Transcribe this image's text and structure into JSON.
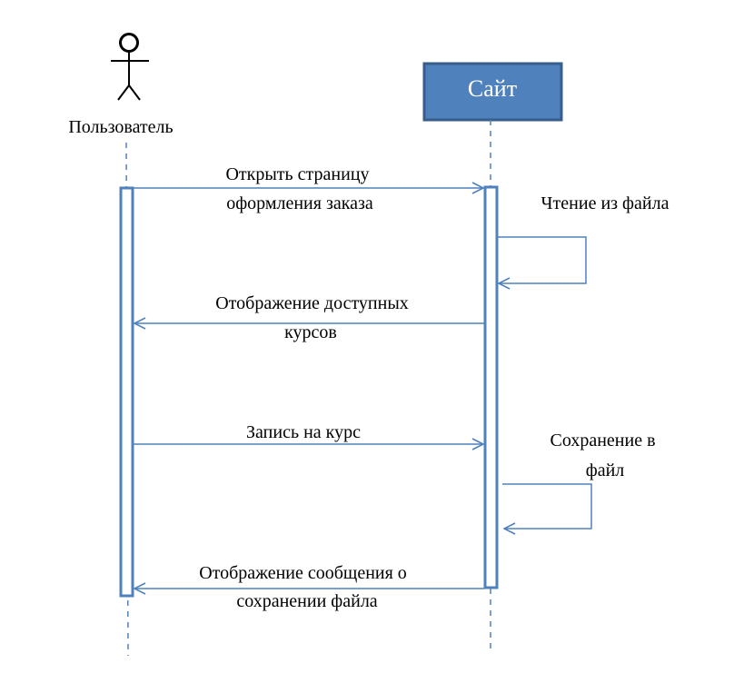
{
  "colors": {
    "line": "#4f81bd",
    "site_fill": "#4f81bd",
    "site_border": "#385d8a",
    "actor": "#000000",
    "text": "#000000"
  },
  "actor": {
    "label": "Пользователь",
    "icon": "stick-figure-icon"
  },
  "site": {
    "label": "Сайт"
  },
  "messages": {
    "open_order_page": {
      "line1": "Открыть страницу",
      "line2": "оформления заказа"
    },
    "read_file": {
      "line1": "Чтение из файла"
    },
    "show_courses": {
      "line1": "Отображение доступных",
      "line2": "курсов"
    },
    "enroll": {
      "line1": "Запись на курс"
    },
    "save_file": {
      "line1": "Сохранение в",
      "line2": "файл"
    },
    "show_saved_msg": {
      "line1": "Отображение сообщения о",
      "line2": "сохранении файла"
    }
  }
}
